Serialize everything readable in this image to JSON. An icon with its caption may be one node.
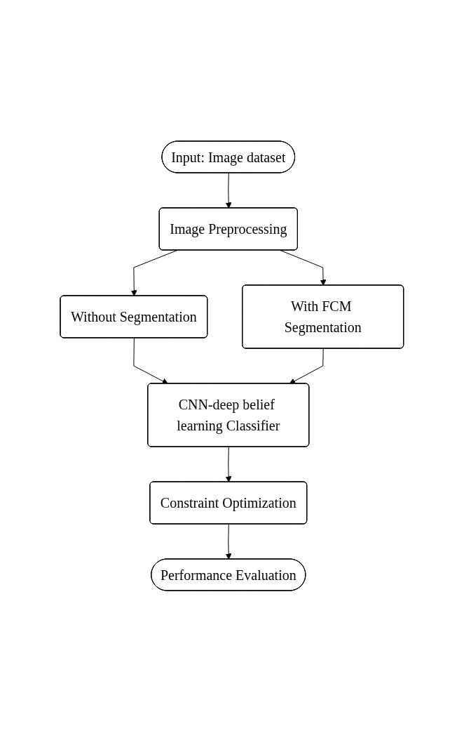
{
  "diagram": {
    "nodes": [
      {
        "text": [
          "Input: Image dataset"
        ]
      },
      {
        "text": [
          "Image Preprocessing"
        ]
      },
      {
        "text": [
          "Without Segmentation"
        ]
      },
      {
        "text": [
          "With FCM Segmentation"
        ]
      },
      {
        "text": [
          "CNN-deep belief learning Classifier"
        ]
      },
      {
        "text": [
          "Constraint Optimization"
        ]
      },
      {
        "text": [
          "Performance Evaluation"
        ]
      }
    ],
    "edges": [
      {
        "from": 0,
        "to": 1,
        "arrow": "to"
      },
      {
        "from": 1,
        "to": 2,
        "arrow": "to"
      },
      {
        "from": 1,
        "to": 3,
        "arrow": "to"
      },
      {
        "from": 2,
        "to": 4,
        "arrow": "to"
      },
      {
        "from": 3,
        "to": 4,
        "arrow": "to"
      },
      {
        "from": 4,
        "to": 5,
        "arrow": "to"
      },
      {
        "from": 5,
        "to": 6,
        "arrow": "to"
      }
    ]
  }
}
